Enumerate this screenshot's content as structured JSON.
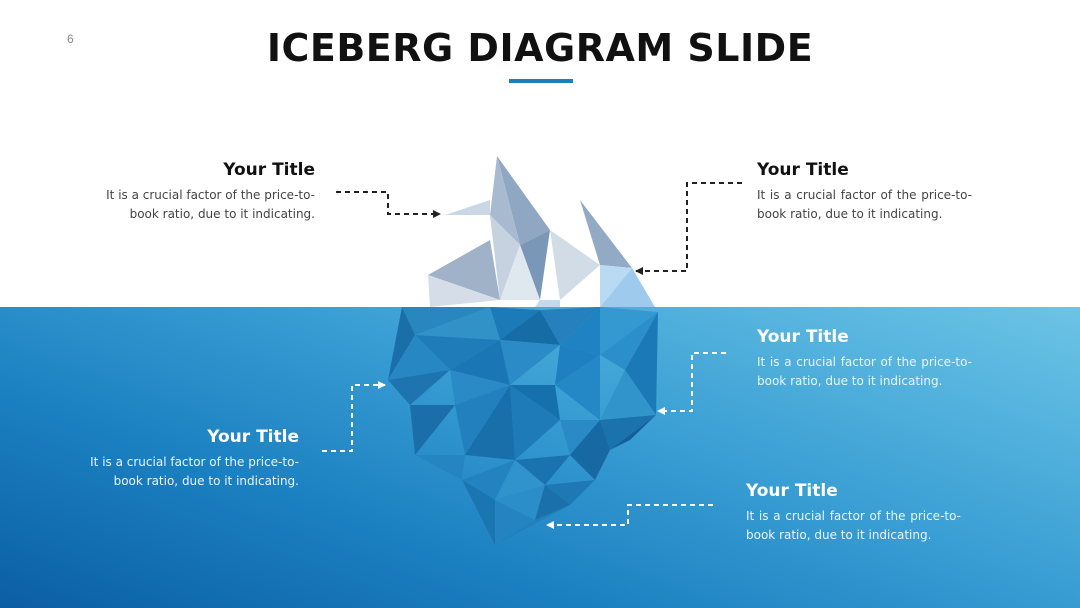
{
  "page_number": "6",
  "title": "ICEBERG DIAGRAM SLIDE",
  "colors": {
    "accent": "#1f7fb8",
    "water_light": "#6cc4e6",
    "water_dark": "#0c5ea4",
    "ice_light": "#cfdae5",
    "ice_dark": "#1a6fa8"
  },
  "blocks": {
    "top_left": {
      "title": "Your Title",
      "text": "It is a crucial factor of the price-to-book ratio, due to it indicating."
    },
    "top_right": {
      "title": "Your Title",
      "text": "It is a crucial factor of the price-to-book ratio, due to it indicating."
    },
    "mid_right": {
      "title": "Your Title",
      "text": "It is a crucial factor of the price-to-book ratio, due to it indicating."
    },
    "mid_left": {
      "title": "Your Title",
      "text": "It is a crucial factor of the price-to-book ratio, due to it indicating."
    },
    "bottom_right": {
      "title": "Your Title",
      "text": "It is a crucial factor of the price-to-book ratio, due to it indicating."
    }
  }
}
